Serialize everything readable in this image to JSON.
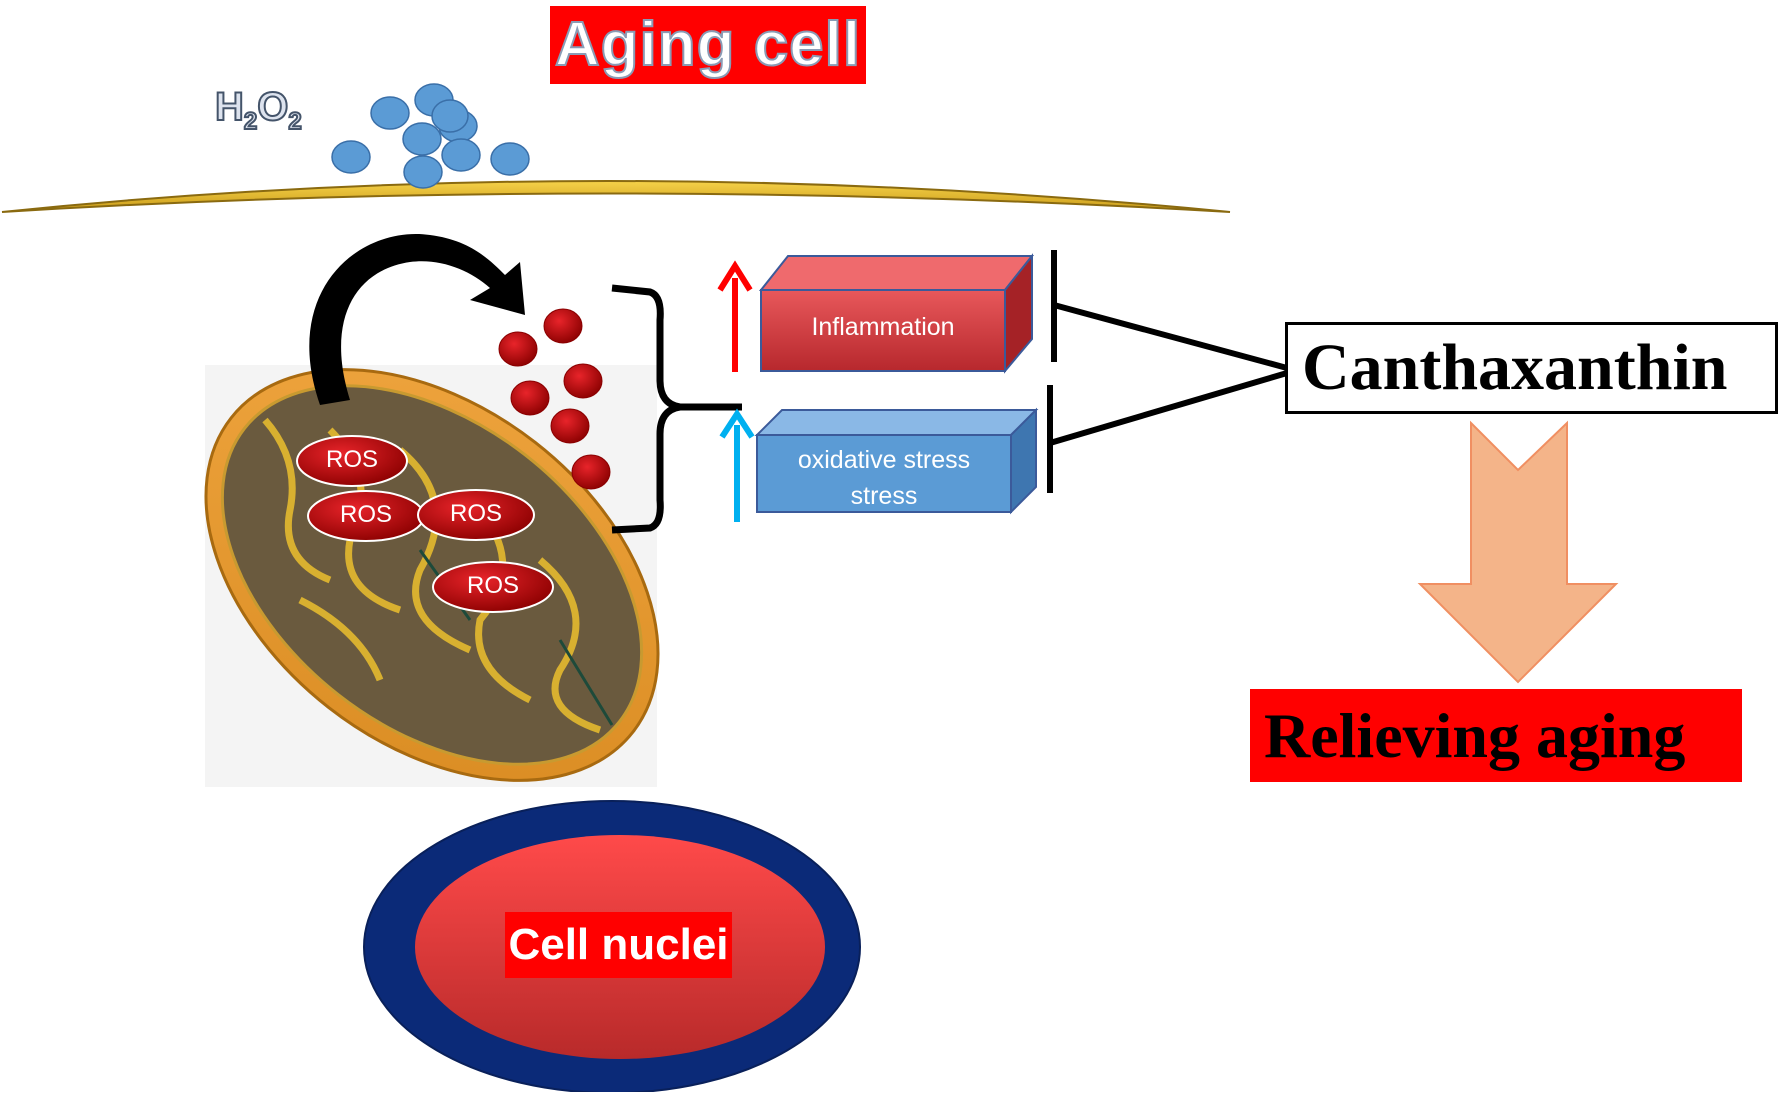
{
  "title": "Aging cell",
  "h2o2": {
    "main": "H",
    "sub1": "2",
    "mid": "O",
    "sub2": "2"
  },
  "mitochondrion": {
    "ros_labels": [
      "ROS",
      "ROS",
      "ROS",
      "ROS"
    ]
  },
  "boxes": {
    "inflammation": "Inflammation",
    "oxidative_line1": "oxidative stress",
    "oxidative_line2": "stress"
  },
  "canthaxanthin": "Canthaxanthin",
  "outcome": "Relieving aging",
  "nucleus": "Cell nuclei",
  "colors": {
    "title_bg": "#ff0000",
    "h2o2_particle": "#5b9bd5",
    "membrane": "#e8b830",
    "ros_particle": "#c00000",
    "inflammation_box": "#d9353a",
    "oxidative_box": "#5b9bd5",
    "arrow_up_red": "#ff0000",
    "arrow_up_blue": "#00b0f0",
    "down_arrow": "#f4b183",
    "nucleus_outer": "#0b2a78",
    "nucleus_inner": "#e84040"
  }
}
